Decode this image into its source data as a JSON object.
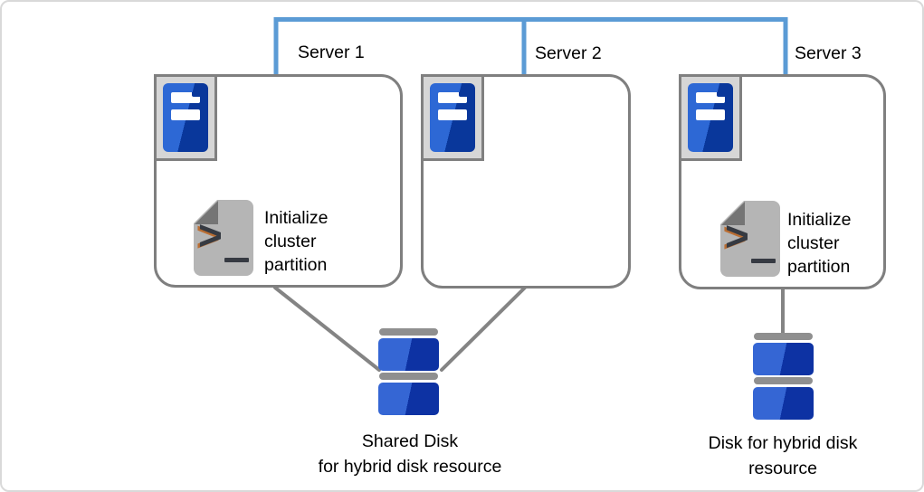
{
  "servers": [
    {
      "label": "Server 1",
      "script_note": "Initialize cluster partition"
    },
    {
      "label": "Server 2"
    },
    {
      "label": "Server 3",
      "script_note": "Initialize cluster partition"
    }
  ],
  "disks": [
    {
      "label_lines": [
        "Shared Disk",
        "for hybrid disk resource"
      ]
    },
    {
      "label_lines": [
        "Disk for hybrid disk",
        "resource"
      ]
    }
  ],
  "icons": {
    "server": "server-tower-icon",
    "script": "script-file-icon",
    "disk": "disk-stack-icon",
    "prompt_glyph": ">"
  },
  "colors": {
    "connector_blue": "#5B9BD5",
    "line_gray": "#848484",
    "box_border": "#7F7F7F",
    "canvas_border": "#D9D9D9",
    "icon_frame_bg": "#D6D6D6",
    "icon_frame_border": "#808080",
    "tower_light": "#2D68D5",
    "tower_dark": "#09379B",
    "disk_light": "#3566D4",
    "disk_dark": "#0D32A3",
    "disk_cap": "#8F8F8F",
    "doc_body": "#B5B5B5",
    "doc_fold": "#757575",
    "doc_glyph": "#363A42",
    "doc_glyph_accent": "#BA6E33",
    "text": "#000000"
  }
}
